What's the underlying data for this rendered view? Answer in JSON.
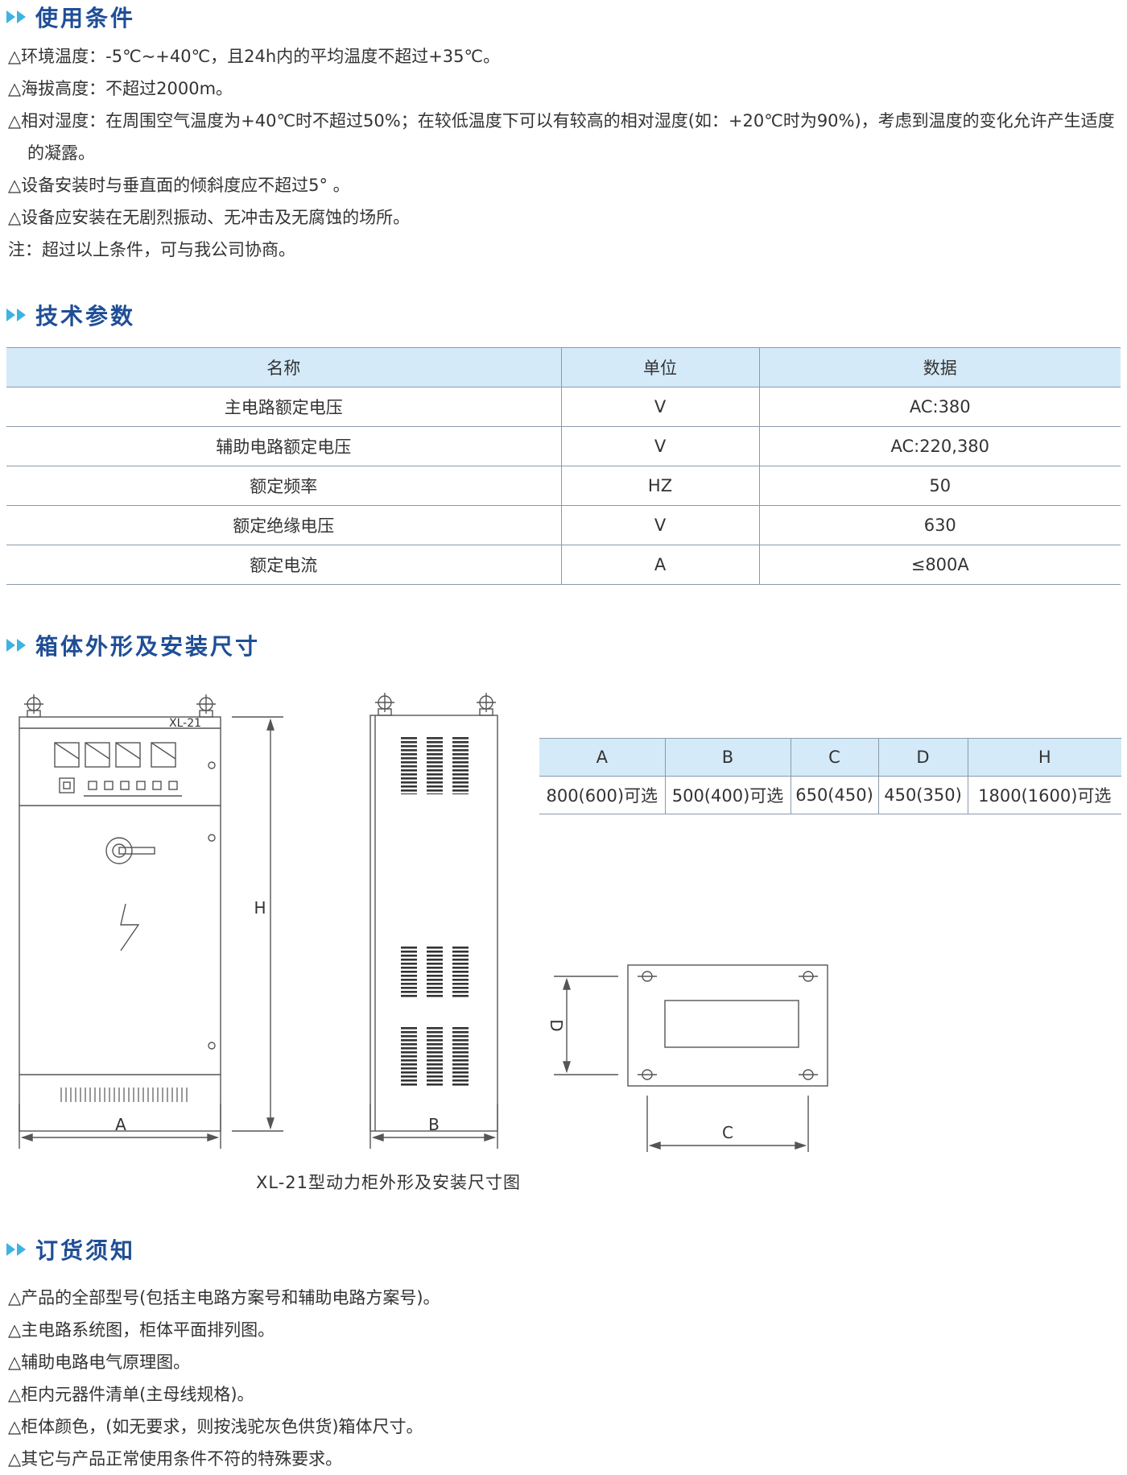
{
  "sections": {
    "conditions": {
      "title": "使用条件",
      "lines": [
        "△环境温度：-5℃~+40℃，且24h内的平均温度不超过+35℃。",
        "△海拔高度：不超过2000m。",
        "△相对湿度：在周围空气温度为+40℃时不超过50%；在较低温度下可以有较高的相对湿度(如：+20℃时为90%)，考虑到温度的变化允许产生适度的凝露。",
        "△设备安装时与垂直面的倾斜度应不超过5°  。",
        "△设备应安装在无剧烈振动、无冲击及无腐蚀的场所。",
        "注：超过以上条件，可与我公司协商。"
      ]
    },
    "params": {
      "title": "技术参数",
      "headers": [
        "名称",
        "单位",
        "数据"
      ],
      "rows": [
        [
          "主电路额定电压",
          "V",
          "AC:380"
        ],
        [
          "辅助电路额定电压",
          "V",
          "AC:220,380"
        ],
        [
          "额定频率",
          "HZ",
          "50"
        ],
        [
          "额定绝缘电压",
          "V",
          "630"
        ],
        [
          "额定电流",
          "A",
          "≤800A"
        ]
      ]
    },
    "dimensions": {
      "title": "箱体外形及安装尺寸",
      "headers": [
        "A",
        "B",
        "C",
        "D",
        "H"
      ],
      "values": [
        "800(600)可选",
        "500(400)可选",
        "650(450)",
        "450(350)",
        "1800(1600)可选"
      ],
      "caption": "XL-21型动力柜外形及安装尺寸图",
      "drawing_labels": {
        "model": "XL-21",
        "A": "A",
        "B": "B",
        "C": "C",
        "D": "D",
        "H": "H"
      }
    },
    "ordering": {
      "title": "订货须知",
      "lines": [
        "△产品的全部型号(包括主电路方案号和辅助电路方案号)。",
        "△主电路系统图，柜体平面排列图。",
        "△辅助电路电气原理图。",
        "△柜内元器件清单(主母线规格)。",
        "△柜体颜色，(如无要求，则按浅驼灰色供货)箱体尺寸。",
        "△其它与产品正常使用条件不符的特殊要求。"
      ]
    }
  },
  "colors": {
    "heading": "#1f4e96",
    "arrow": "#3db3e3",
    "table_header_bg": "#d4eaf9"
  }
}
